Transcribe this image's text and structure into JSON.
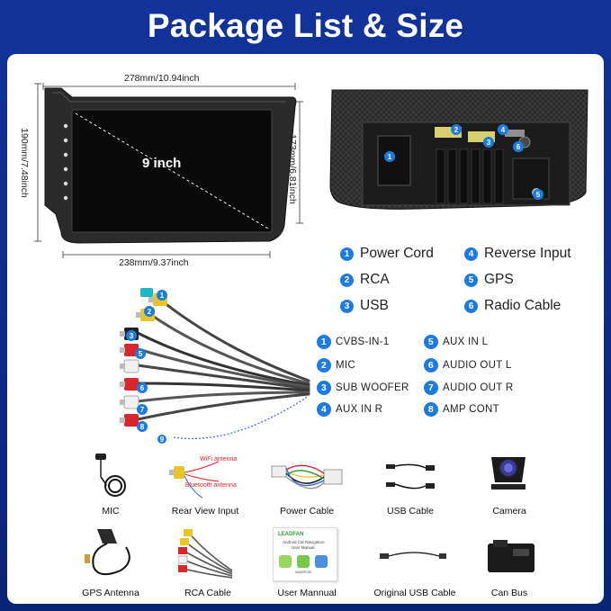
{
  "title": "Package List & Size",
  "dimensions": {
    "top_width": "278mm/10.94inch",
    "bottom_width": "238mm/9.37inch",
    "left_height": "190mm/7.48inch",
    "right_height": "173mm/6.81inch",
    "screen_size": "9 inch"
  },
  "back_panel_legend": [
    {
      "num": "1",
      "label": "Power Cord"
    },
    {
      "num": "2",
      "label": "RCA"
    },
    {
      "num": "3",
      "label": "USB"
    },
    {
      "num": "4",
      "label": "Reverse Input"
    },
    {
      "num": "5",
      "label": "GPS"
    },
    {
      "num": "6",
      "label": "Radio Cable"
    }
  ],
  "rca_legend": [
    {
      "num": "1",
      "label": "CVBS-IN-1"
    },
    {
      "num": "2",
      "label": "MIC"
    },
    {
      "num": "3",
      "label": "SUB WOOFER"
    },
    {
      "num": "4",
      "label": "AUX IN R"
    },
    {
      "num": "5",
      "label": "AUX IN L"
    },
    {
      "num": "6",
      "label": "AUDIO OUT L"
    },
    {
      "num": "7",
      "label": "AUDIO OUT R"
    },
    {
      "num": "8",
      "label": "AMP CONT"
    }
  ],
  "package_items": [
    {
      "label": "MIC",
      "icon": "microphone-icon"
    },
    {
      "label": "Rear View Input",
      "icon": "rear-view-cable-icon"
    },
    {
      "label": "Power Cable",
      "icon": "power-cable-icon"
    },
    {
      "label": "USB Cable",
      "icon": "usb-cable-icon"
    },
    {
      "label": "Camera",
      "icon": "camera-icon"
    },
    {
      "label": "GPS Antenna",
      "icon": "gps-antenna-icon"
    },
    {
      "label": "RCA Cable",
      "icon": "rca-cable-icon"
    },
    {
      "label": "User Mannual",
      "icon": "manual-icon"
    },
    {
      "label": "Original USB Cable",
      "icon": "original-usb-cable-icon"
    },
    {
      "label": "Can Bus",
      "icon": "canbus-icon"
    }
  ],
  "rear_view_labels": {
    "wifi": "WiFi antenna",
    "bluetooth": "Bluetooth antenna"
  },
  "manual_text": {
    "brand": "LEADFAN",
    "line1": "Android Car Navigation",
    "line2": "User Manual",
    "android": "ANDROID"
  },
  "colors": {
    "accent": "#1b7be0",
    "background": "#0f2f8f"
  }
}
